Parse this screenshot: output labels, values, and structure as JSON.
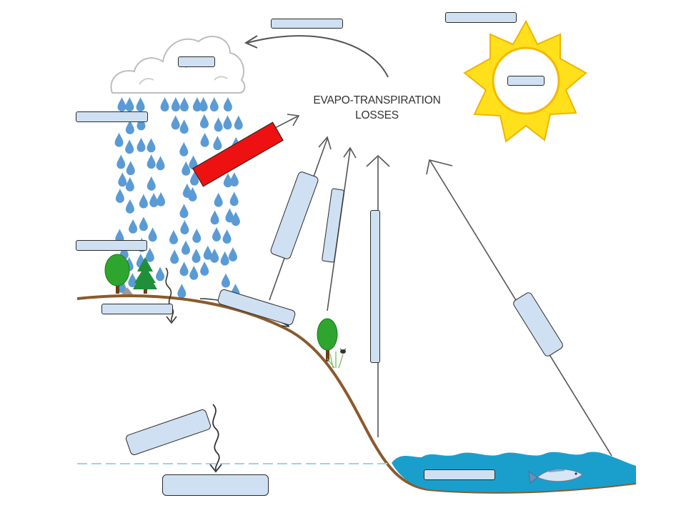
{
  "diagram": {
    "title_line1": "EVAPO-TRANSPIRATION",
    "title_line2": "LOSSES"
  },
  "colors": {
    "rain": "#5b9bd5",
    "sun_rays": "#ffe01a",
    "sun_outline": "#f0b400",
    "ground": "#8b5a2b",
    "water": "#1a9fcc",
    "water_table": "#9fd3e6",
    "label_fill": "#cfe0f3",
    "highlight_label": "#ee1111",
    "tree": "#2ea52e"
  },
  "icons": [
    "cloud-icon",
    "sun-icon",
    "raindrop-icon",
    "tree-icon",
    "pine-tree-icon",
    "fish-icon",
    "insect-icon",
    "grass-icon"
  ],
  "label_slots": [
    "sun-label",
    "sun-center-label",
    "evaporation-arc-label",
    "cloud-label",
    "rain-label",
    "highlighted-label",
    "vegetation-label",
    "infiltration-label",
    "runoff-label",
    "transpiration-arrow-label-1",
    "transpiration-arrow-label-2",
    "soil-evaporation-label",
    "water-evaporation-label",
    "percolation-label",
    "groundwater-label",
    "water-body-label"
  ]
}
